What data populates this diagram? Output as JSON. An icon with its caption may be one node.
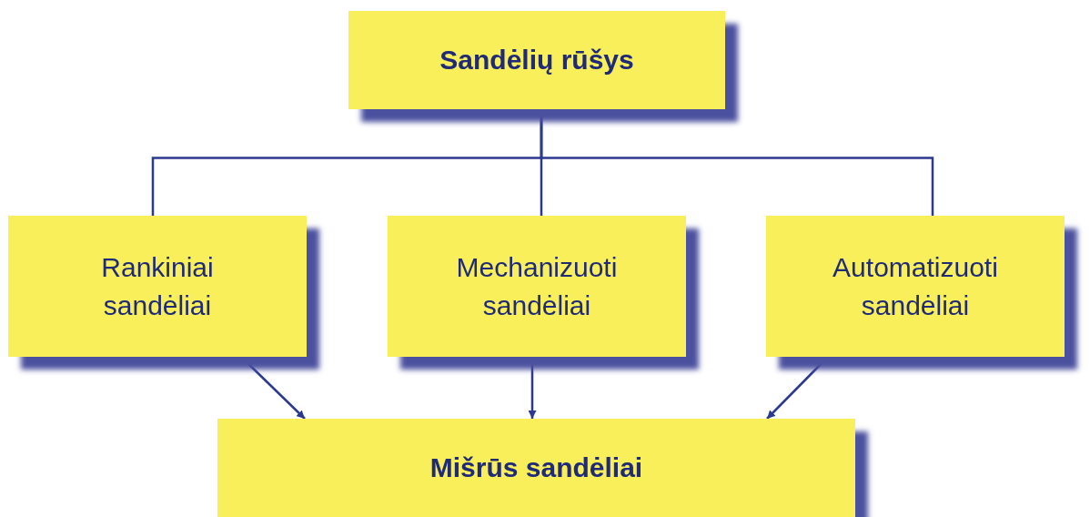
{
  "diagram": {
    "nodes": [
      {
        "text": [
          "Sandėlių rūšys"
        ]
      },
      {
        "text": [
          "Rankiniai sandėliai"
        ]
      },
      {
        "text": [
          "Mechanizuoti sandėliai"
        ]
      },
      {
        "text": [
          "Automatizuoti sandėliai"
        ]
      },
      {
        "text": [
          "Mišrūs sandėliai"
        ]
      }
    ],
    "edges": [
      {
        "from": 0,
        "to": 1,
        "arrow": "none"
      },
      {
        "from": 0,
        "to": 2,
        "arrow": "none"
      },
      {
        "from": 0,
        "to": 3,
        "arrow": "none"
      },
      {
        "from": 1,
        "to": 4,
        "arrow": "to"
      },
      {
        "from": 2,
        "to": 4,
        "arrow": "to"
      },
      {
        "from": 3,
        "to": 4,
        "arrow": "to"
      }
    ]
  }
}
